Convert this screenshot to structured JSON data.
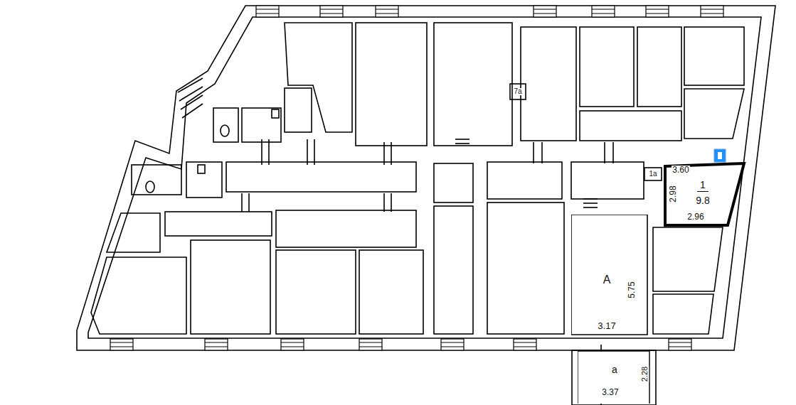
{
  "diagram": {
    "nodes": [
      {
        "text": [
          "1",
          "9.8"
        ]
      },
      {
        "text": [
          "А"
        ]
      },
      {
        "text": [
          "а"
        ]
      }
    ],
    "labels": [
      "3.60",
      "2.98",
      "2.96",
      "1а",
      "7а",
      "5.75",
      "3.17",
      "3.37",
      "2.28"
    ]
  }
}
